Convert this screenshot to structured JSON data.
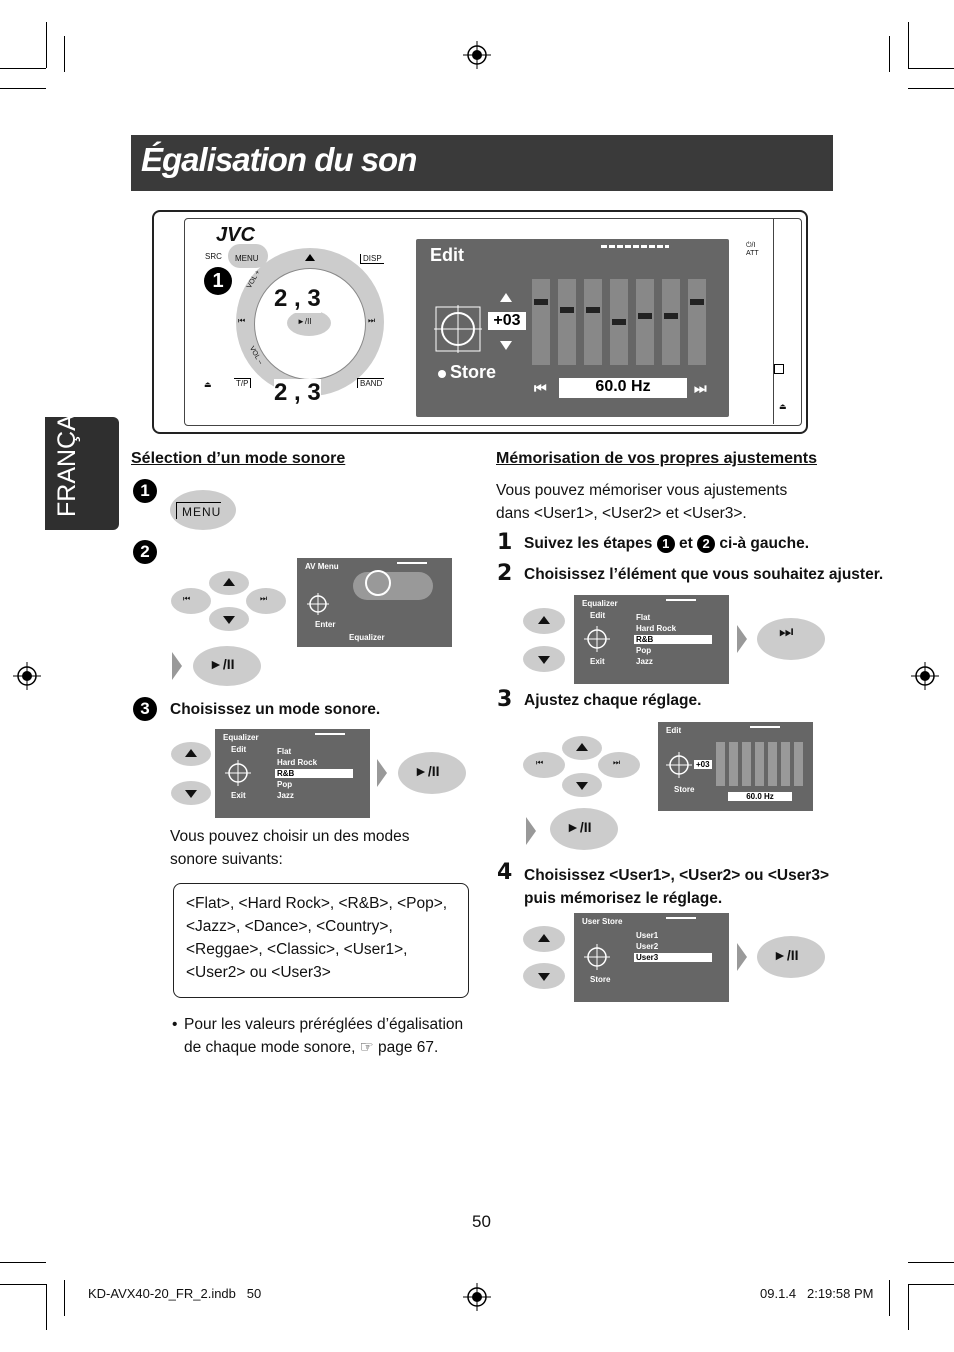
{
  "title": "Égalisation du son",
  "language_tab": "FRANÇAIS",
  "device": {
    "brand": "JVC",
    "src": "SRC",
    "menu": "MENU",
    "disp": "DISP",
    "tp": "T/P",
    "band": "BAND",
    "vol_plus": "VOL +",
    "vol_minus": "VOL –",
    "play_pause": "►/II",
    "att": "⏻/I\nATT",
    "callout_1": "1",
    "callout_23_top": "2 , 3",
    "callout_23_bottom": "2 , 3",
    "screen": {
      "title": "Edit",
      "value": "+03",
      "store": "Store",
      "freq": "60.0 Hz"
    }
  },
  "left": {
    "heading": "Sélection d’un mode sonore",
    "step1_num": "1",
    "step1_button": "MENU",
    "step2_num": "2",
    "step2_screen": {
      "title": "AV Menu",
      "enter": "Enter",
      "equalizer": "Equalizer"
    },
    "play_pause": "►/II",
    "step3_num": "3",
    "step3_text": "Choisissez un mode sonore.",
    "eq_screen": {
      "title": "Equalizer",
      "edit": "Edit",
      "exit": "Exit",
      "items": [
        "Flat",
        "Hard Rock",
        "R&B",
        "Pop",
        "Jazz"
      ],
      "selected": "R&B"
    },
    "modes_intro": "Vous pouvez choisir un des modes sonore suivants:",
    "modes_list": "<Flat>, <Hard Rock>, <R&B>, <Pop>, <Jazz>, <Dance>, <Country>, <Reggae>, <Classic>, <User1>, <User2> ou <User3>",
    "bullet": "Pour les valeurs préréglées d’égalisation de chaque mode sonore, ☞ page 67."
  },
  "right": {
    "heading": "Mémorisation de vos propres ajustements",
    "intro": "Vous pouvez mémoriser vous ajustements dans <User1>, <User2> et <User3>.",
    "step1_num": "1",
    "step1_a": "Suivez les étapes",
    "step1_c1": "1",
    "step1_et": "et",
    "step1_c2": "2",
    "step1_b": "ci-à gauche.",
    "step2_num": "2",
    "step2_text": "Choisissez l’élément que vous souhaitez ajuster.",
    "step3_num": "3",
    "step3_text": "Ajustez chaque réglage.",
    "edit_screen": {
      "title": "Edit",
      "value": "+03",
      "store": "Store",
      "freq": "60.0 Hz"
    },
    "step4_num": "4",
    "step4_text": "Choisissez <User1>, <User2> ou <User3> puis mémorisez le réglage.",
    "user_screen": {
      "title": "User Store",
      "items": [
        "User1",
        "User2",
        "User3"
      ],
      "store": "Store"
    }
  },
  "page_number": "50",
  "footer_left": "KD-AVX40-20_FR_2.indb   50",
  "footer_right": "09.1.4   2:19:58 PM"
}
